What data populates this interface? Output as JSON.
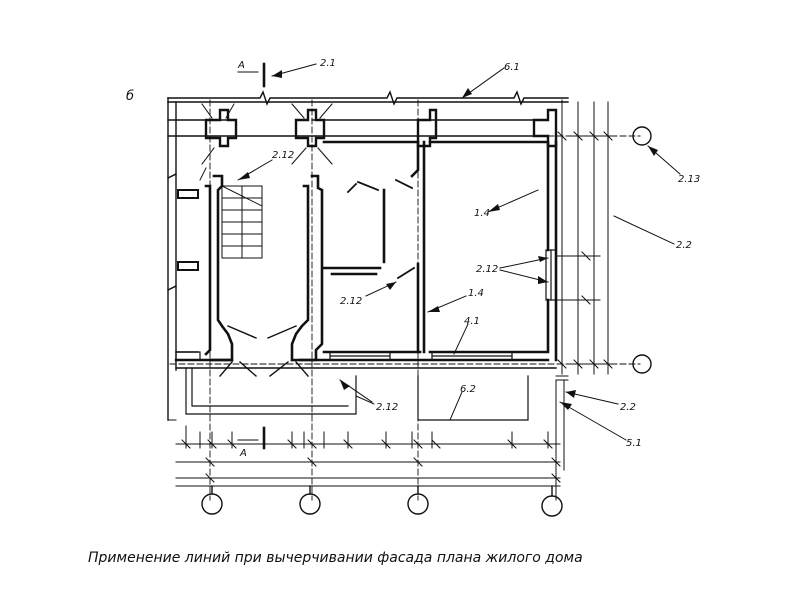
{
  "figure_letter": "б",
  "section_marks": {
    "top": "А",
    "bottom": "А"
  },
  "labels": {
    "l21": "2.1",
    "l61": "6.1",
    "l212_a": "2.12",
    "l213": "2.13",
    "l14_a": "1.4",
    "l22_a": "2.2",
    "l212_b": "2.12",
    "l212_c": "2.12",
    "l14_b": "1.4",
    "l41": "4.1",
    "l62": "6.2",
    "l212_d": "2.12",
    "l22_b": "2.2",
    "l51": "5.1"
  },
  "caption": "Применение линий при вычерчивании фасада плана жилого дома"
}
